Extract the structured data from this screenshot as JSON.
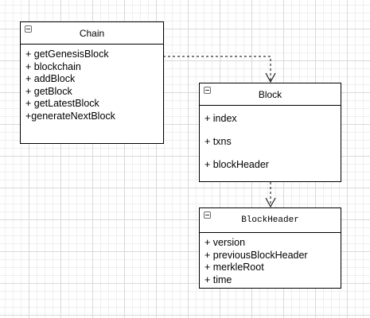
{
  "classes": {
    "chain": {
      "title": "Chain",
      "members": [
        "+ getGenesisBlock",
        "+ blockchain",
        "+ addBlock",
        "+ getBlock",
        "+ getLatestBlock",
        "+generateNextBlock"
      ]
    },
    "block": {
      "title": "Block",
      "members": [
        "+ index",
        "+ txns",
        "+ blockHeader"
      ]
    },
    "block_header": {
      "title": "BlockHeader",
      "members": [
        "+ version",
        "+ previousBlockHeader",
        "+ merkleRoot",
        "+ time"
      ]
    }
  },
  "connectors": [
    {
      "from": "Chain",
      "to": "Block",
      "style": "dashed",
      "arrow": "open"
    },
    {
      "from": "Block",
      "to": "BlockHeader",
      "style": "dashed",
      "arrow": "open"
    }
  ]
}
